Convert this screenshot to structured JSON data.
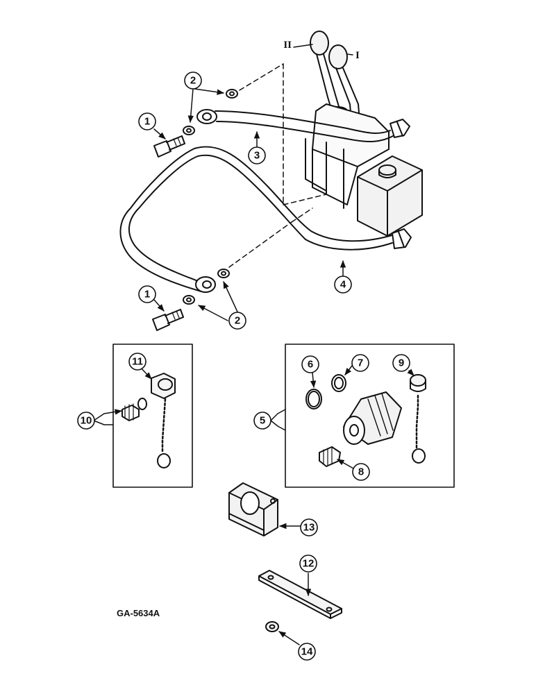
{
  "drawing": {
    "reference": "GA-5634A",
    "lever_labels": {
      "left": "II",
      "right": "I"
    },
    "callouts": {
      "c1a": "1",
      "c1b": "1",
      "c2a": "2",
      "c2b": "2",
      "c3": "3",
      "c4": "4",
      "c5": "5",
      "c6": "6",
      "c7": "7",
      "c8": "8",
      "c9": "9",
      "c10": "10",
      "c11": "11",
      "c12": "12",
      "c13": "13",
      "c14": "14"
    }
  }
}
